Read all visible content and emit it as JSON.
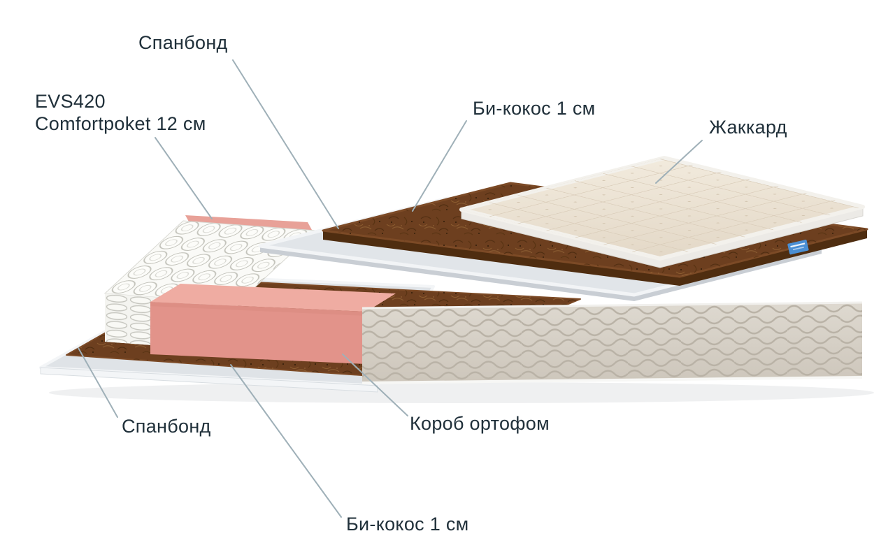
{
  "diagram": {
    "labels": {
      "spunbond_top": "Спанбонд",
      "evs420_line1": "EVS420",
      "evs420_line2": "Comfortpoket 12 см",
      "bicocos_top": "Би-кокос 1 см",
      "jacquard": "Жаккард",
      "spunbond_bottom": "Спанбонд",
      "korob_ortofoam": "Короб ортофом",
      "bicocos_bottom": "Би-кокос 1 см"
    },
    "colors": {
      "spunbond": "#e1e5e9",
      "spunbond_base": "#dfe3e7",
      "cocos": "#6d3f1f",
      "cocos_edge": "#4f2d10",
      "foam_pink": "#e2938a",
      "foam_pink_top": "#efaca2",
      "springs": "#fafaf7",
      "jacquard": "#ece3d6",
      "quilted_side": "#d9d3c9",
      "leader_line": "#9fb0b8",
      "label_text": "#20303a",
      "tag_blue": "#4a8fd4"
    }
  }
}
